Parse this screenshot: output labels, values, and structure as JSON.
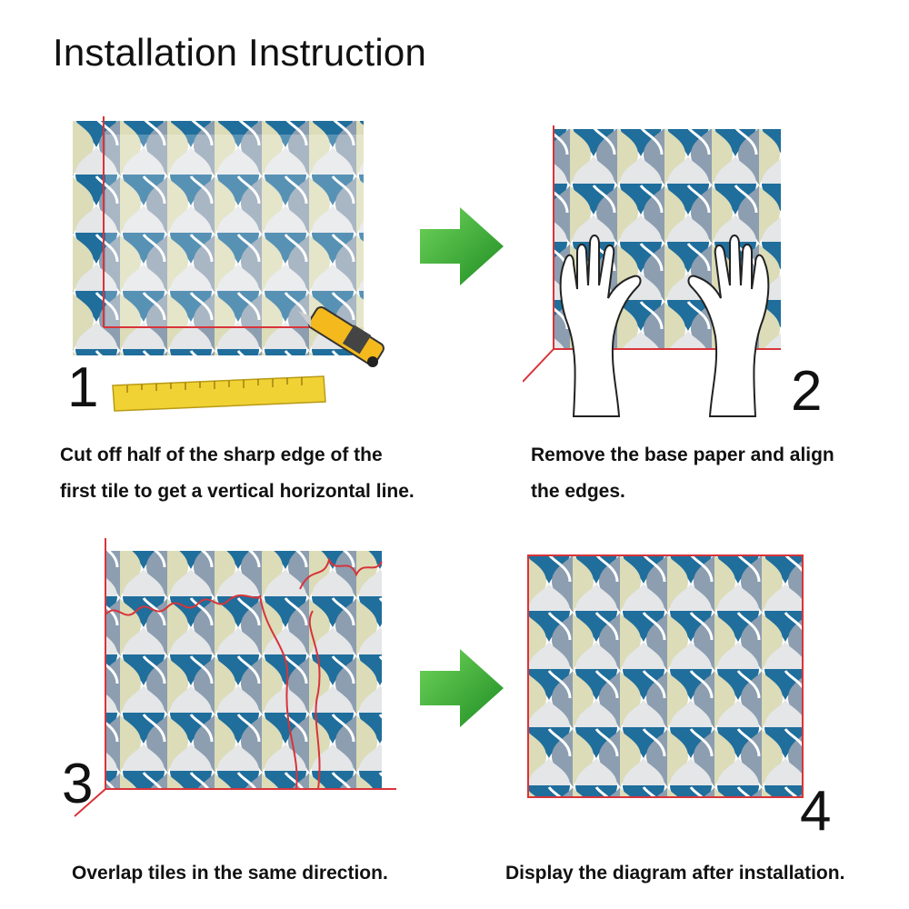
{
  "title": "Installation Instruction",
  "steps": [
    {
      "number": "1",
      "caption_line1": "Cut off half of the sharp edge of the",
      "caption_line2": "first tile to get a vertical horizontal line."
    },
    {
      "number": "2",
      "caption_line1": "Remove the base paper and align",
      "caption_line2": "the edges."
    },
    {
      "number": "3",
      "caption_line1": "Overlap tiles in the same direction.",
      "caption_line2": ""
    },
    {
      "number": "4",
      "caption_line1": "Display the diagram after installation.",
      "caption_line2": ""
    }
  ],
  "colors": {
    "tile_blue": "#1f6e9c",
    "tile_grey": "#8c9eb0",
    "tile_cream": "#dcdcb8",
    "tile_white": "#e4e6e8",
    "guide_red": "#d8343a",
    "arrow_green": "#3aa935",
    "ruler_yellow": "#f1d234",
    "knife_yellow": "#f4b91c"
  },
  "icons": [
    "right-arrow-icon",
    "ruler-icon",
    "utility-knife-icon",
    "hands-icon"
  ]
}
